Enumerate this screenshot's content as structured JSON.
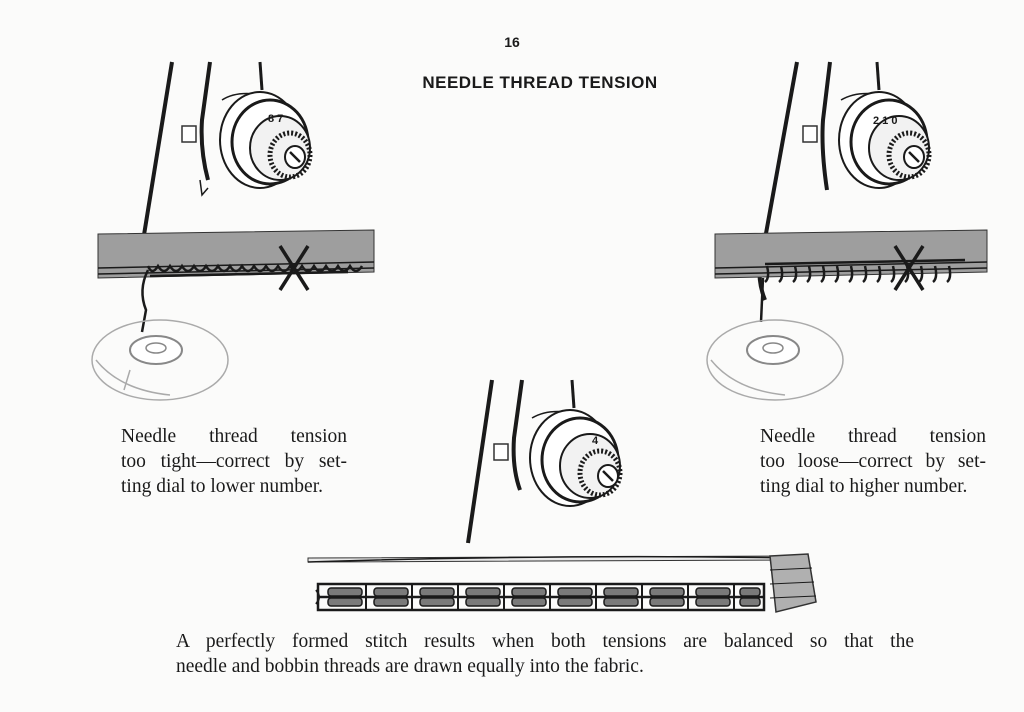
{
  "page_number": "16",
  "title": "NEEDLE THREAD TENSION",
  "captions": {
    "left": [
      "Needle thread tension",
      "too tight—correct by set-",
      "ting dial to lower number."
    ],
    "right": [
      "Needle thread tension",
      "too loose—correct by set-",
      "ting dial to higher number."
    ],
    "bottom": [
      "A perfectly formed stitch results when both tensions are balanced so that the",
      "needle and bobbin threads are drawn equally into the fabric."
    ]
  },
  "dial_labels": {
    "tight": "8 7",
    "loose": "2 1 0",
    "balanced": "4"
  }
}
